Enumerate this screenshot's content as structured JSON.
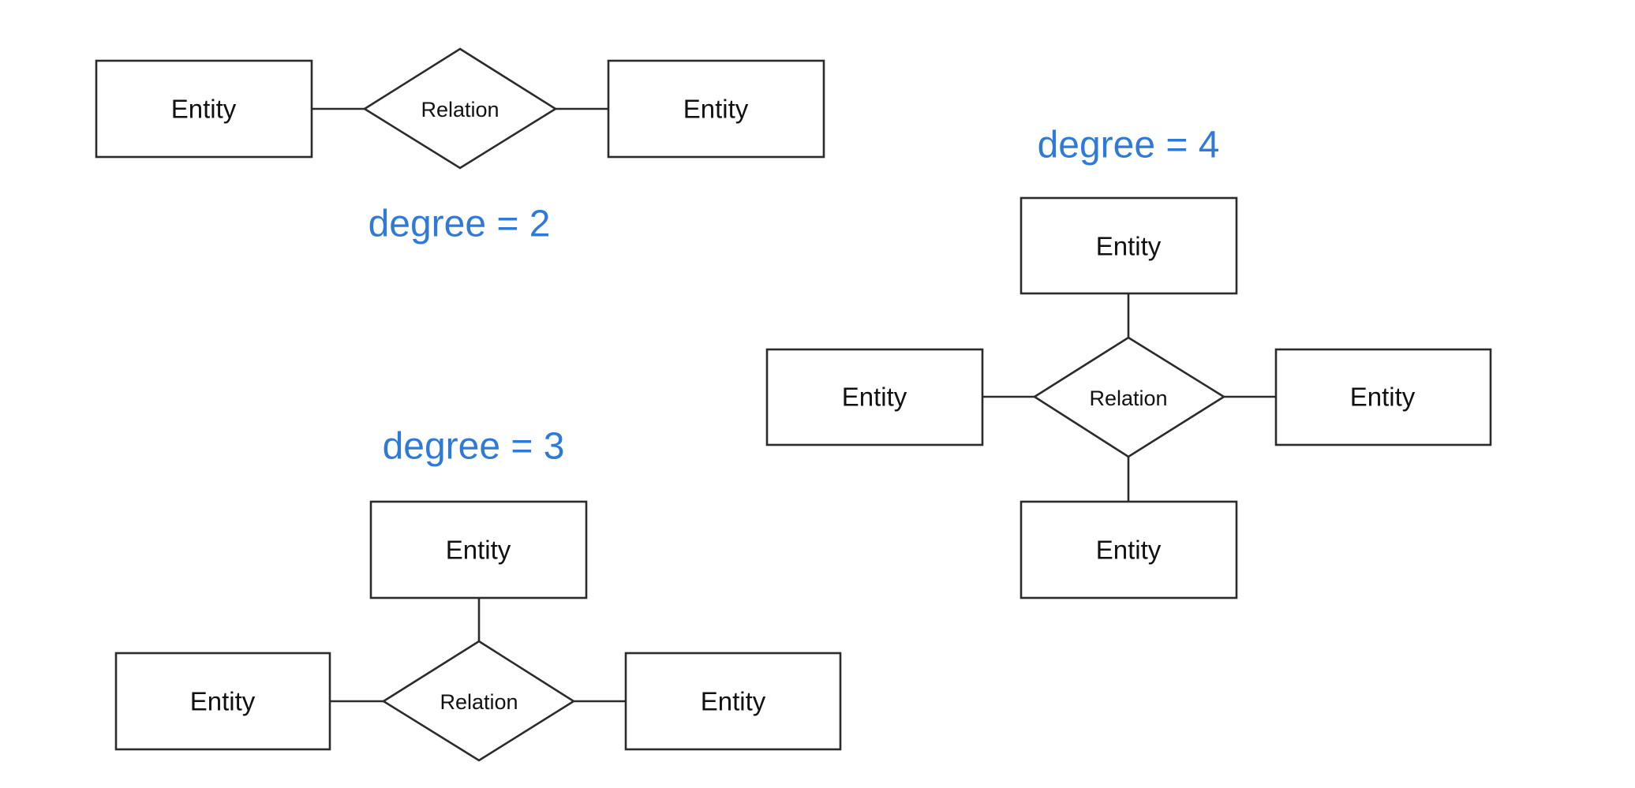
{
  "colors": {
    "stroke": "#2b2b2b",
    "label_text": "#111111",
    "degree_text": "#2f7ad8",
    "background": "#ffffff"
  },
  "diagrams": [
    {
      "degree_label": "degree = 2",
      "relation": "Relation",
      "entities": [
        "Entity",
        "Entity"
      ]
    },
    {
      "degree_label": "degree = 3",
      "relation": "Relation",
      "entities": [
        "Entity",
        "Entity",
        "Entity"
      ]
    },
    {
      "degree_label": "degree = 4",
      "relation": "Relation",
      "entities": [
        "Entity",
        "Entity",
        "Entity",
        "Entity"
      ]
    }
  ]
}
